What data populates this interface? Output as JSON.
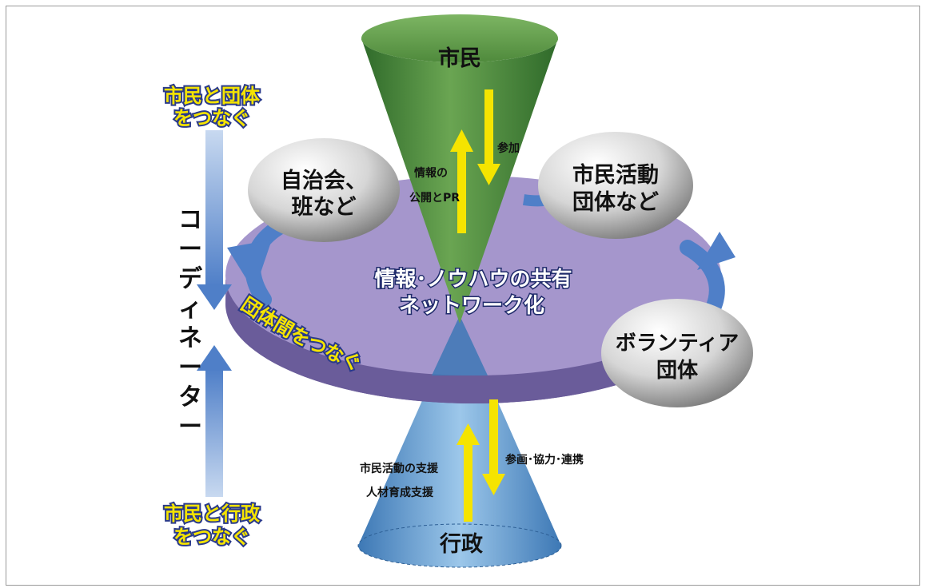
{
  "nodes": {
    "citizen": "市民",
    "jichikai_line1": "自治会、",
    "jichikai_line2": "班など",
    "civic_line1": "市民活動",
    "civic_line2": "団体など",
    "volunteer_line1": "ボランティア",
    "volunteer_line2": "団体",
    "government": "行政"
  },
  "center": {
    "line1": "情報･ノウハウの共有",
    "line2": "ネットワーク化"
  },
  "arrows": {
    "participation": "参加",
    "info_line1": "情報の",
    "info_line2": "公開とPR",
    "collab": "参画･協力･連携",
    "support_line1": "市民活動の支援",
    "support_line2": "人材育成支援"
  },
  "coordinator": {
    "vertical_text": "コーディネーター",
    "top_line1": "市民と団体",
    "top_line2": "をつなぐ",
    "bottom_line1": "市民と行政",
    "bottom_line2": "をつなぐ"
  },
  "ring_label": "団体間をつなぐ",
  "colors": {
    "green": "#4f8a3c",
    "blue_cone": "#6ea6d6",
    "purple_disc": "#9b8ac2",
    "yellow_arrow": "#f5e400",
    "blue_arrow": "#4f7fc8"
  }
}
